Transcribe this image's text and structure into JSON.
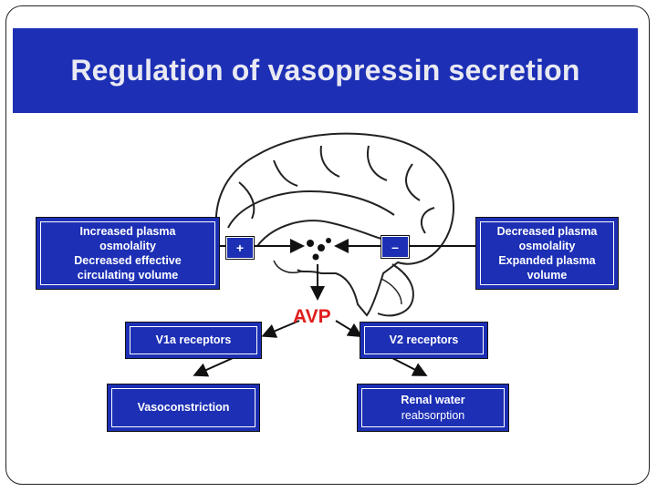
{
  "title": "Regulation of vasopressin secretion",
  "left_stimulus": [
    "Increased plasma",
    "osmolality",
    "Decreased effective",
    "circulating volume"
  ],
  "right_stimulus": [
    "Decreased plasma",
    "osmolality",
    "Expanded plasma",
    "volume"
  ],
  "plus_sign": "+",
  "minus_sign": "–",
  "hormone": "AVP",
  "v1a": "V1a receptors",
  "v2": "V2 receptors",
  "vasoconstriction": "Vasoconstriction",
  "renal": [
    "Renal water",
    "reabsorption"
  ],
  "colors": {
    "box_blue": "#1c2fb5",
    "avp_red": "#e11d1d"
  }
}
